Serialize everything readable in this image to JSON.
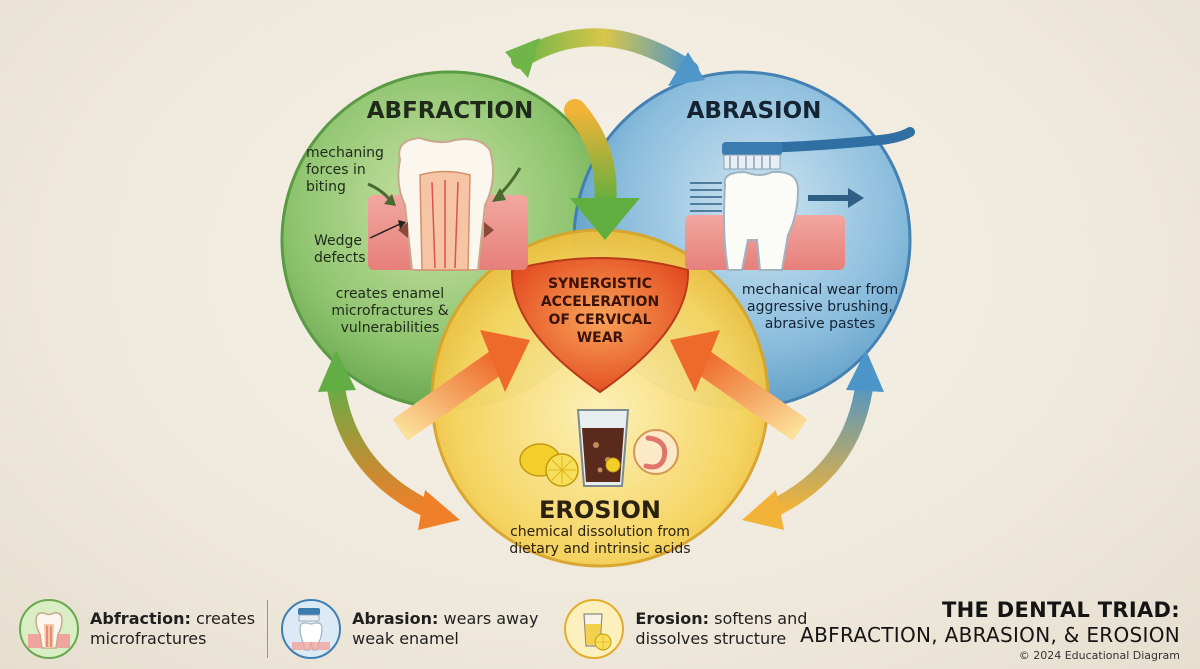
{
  "diagram": {
    "circles": {
      "abfraction": {
        "title": "ABFRACTION",
        "label_forces": [
          "mechaning",
          "forces in",
          "biting"
        ],
        "label_wedge": [
          "Wedge",
          "defects"
        ],
        "description": [
          "creates enamel",
          "microfractures &",
          "vulnerabilities"
        ],
        "color": "#8fc46f"
      },
      "abrasion": {
        "title": "ABRASION",
        "description": [
          "mechanical wear from",
          "aggressive brushing,",
          "abrasive pastes"
        ],
        "color": "#7fb6d8"
      },
      "erosion": {
        "title": "EROSION",
        "description": [
          "chemical dissolution from",
          "dietary and intrinsic acids"
        ],
        "color": "#f4cf57"
      }
    },
    "center": {
      "lines": [
        "SYNERGISTIC",
        "ACCELERATION",
        "OF CERVICAL",
        "WEAR"
      ],
      "color": "#e8582a"
    }
  },
  "legend": {
    "items": [
      {
        "term": "Abfraction:",
        "line1_rest": " creates",
        "line2": "microfractures",
        "icon": "tooth-cross-section-icon"
      },
      {
        "term": "Abrasion:",
        "line1_rest": " wears away",
        "line2": "weak enamel",
        "icon": "toothbrush-tooth-icon"
      },
      {
        "term": "Erosion:",
        "line1_rest": " softens and",
        "line2": "dissolves structure",
        "icon": "acid-drink-icon"
      }
    ]
  },
  "title_block": {
    "line1": "THE DENTAL TRIAD:",
    "line2": "ABFRACTION, ABRASION, & EROSION",
    "copyright": "© 2024 Educational Diagram"
  }
}
